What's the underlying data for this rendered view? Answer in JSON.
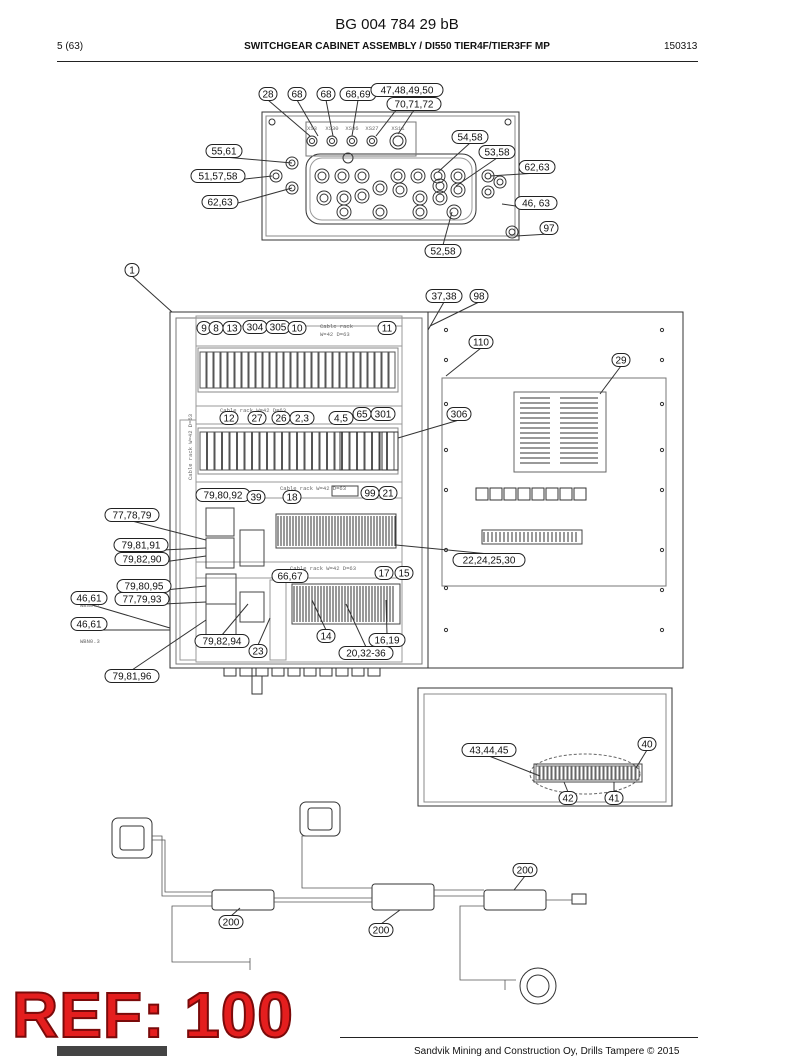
{
  "header": {
    "doc_code": "BG 004 784 29 bB",
    "page": "5 (63)",
    "title": "SWITCHGEAR CABINET ASSEMBLY / DI550 TIER4F/TIER3FF MP",
    "date": "150313"
  },
  "callouts": {
    "c28": "28",
    "c68a": "68",
    "c68b": "68",
    "c6869": "68,69",
    "c47": "47,48,49,50",
    "c70": "70,71,72",
    "c5458": "54,58",
    "c5358": "53,58",
    "c5561": "55,61",
    "c6263a": "62,63",
    "c515758": "51,57,58",
    "c6263b": "62,63",
    "c4663a": "46, 63",
    "c97": "97",
    "c5258": "52,58",
    "c1": "1",
    "c3738": "37,38",
    "c98": "98",
    "c110": "110",
    "c29": "29",
    "c9": "9",
    "c8": "8",
    "c13": "13",
    "c304": "304",
    "c305": "305",
    "c10": "10",
    "c11": "11",
    "c306": "306",
    "c12": "12",
    "c27": "27",
    "c26": "26",
    "c23b": "2,3",
    "c45": "4,5",
    "c65": "65",
    "c301": "301",
    "c798092": "79,80,92",
    "c39": "39",
    "c18": "18",
    "c99": "99",
    "c21": "21",
    "c777879": "77,78,79",
    "c798191a": "79,81,91",
    "c798290": "79,82,90",
    "c22": "22,24,25,30",
    "c798095": "79,80,95",
    "c6667": "66,67",
    "c17": "17",
    "c15": "15",
    "c4661a": "46,61",
    "c777993": "77,79,93",
    "c4661b": "46,61",
    "c798294": "79,82,94",
    "c14": "14",
    "c1619": "16,19",
    "c23": "23",
    "c2032": "20,32-36",
    "c798196": "79,81,96",
    "c40": "40",
    "c434445": "43,44,45",
    "c42": "42",
    "c41": "41",
    "c200a": "200",
    "c200b": "200",
    "c200c": "200"
  },
  "small_labels": {
    "x1": "XS3",
    "x2": "XS30",
    "x3": "XS36",
    "x4": "XS27",
    "x5": "XS11",
    "cable_top": "Cable rack",
    "cable_top2": "W=42 D=63",
    "cable_mid": "Cable rack W=42 D=63",
    "cable_side": "Cable rack W=42 D=63",
    "cable_low": "Cable rack W=42 D=63",
    "cable_low2": "Cable rack W=42 D=63",
    "wbn2": "WBN0.2",
    "wbn3": "WBN0.3"
  },
  "stamp": {
    "text": "REF: 100"
  },
  "footer": {
    "text": "Sandvik Mining and Construction Oy, Drills Tampere © 2015"
  }
}
